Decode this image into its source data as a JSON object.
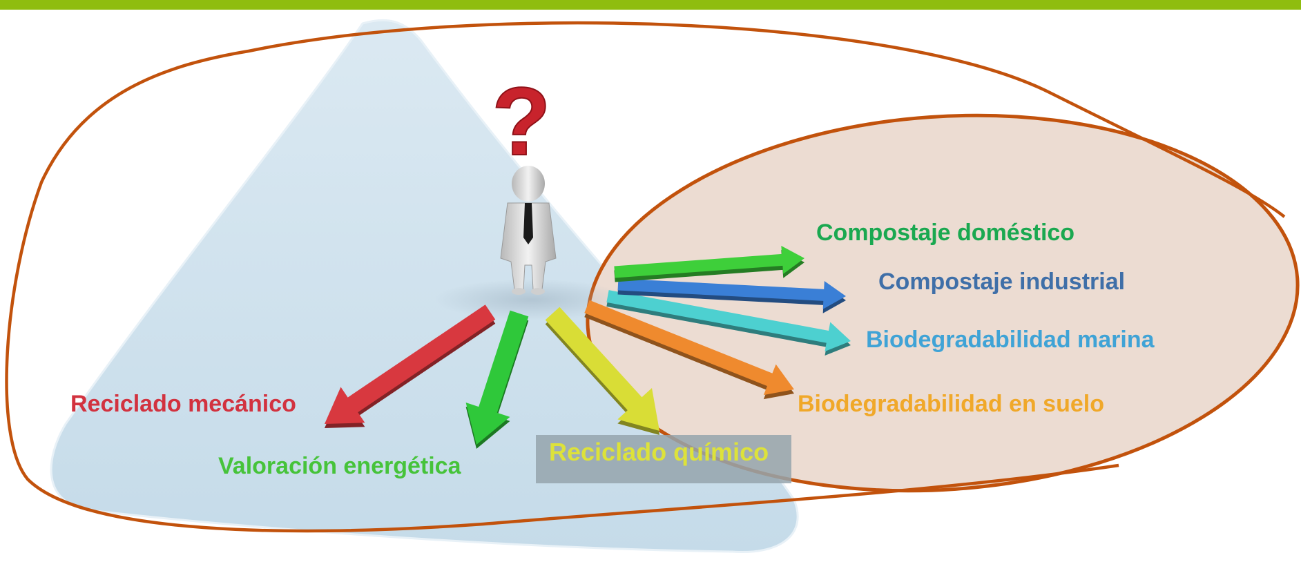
{
  "colors": {
    "top_bar": "#8fbd0f",
    "triangle_fill": "#cfe2ee",
    "ellipse_fill": "#ecdcd2",
    "outline": "#c2520c",
    "label_background": "#95a5ad"
  },
  "figure": {
    "person": "businessman-with-question-mark",
    "question_mark": "?"
  },
  "options": [
    {
      "label": "Reciclado mecánico",
      "color": "#d2323f",
      "arrow_color": "#d8383f"
    },
    {
      "label": "Valoración energética",
      "color": "#46c33a",
      "arrow_color": "#2fc83a"
    },
    {
      "label": "Reciclado químico",
      "color": "#dde23a",
      "arrow_color": "#d9dd36"
    },
    {
      "label": "Biodegradabilidad en suelo",
      "color": "#f0a829",
      "arrow_color": "#ef8a2e"
    },
    {
      "label": "Biodegradabilidad marina",
      "color": "#3fa3d6",
      "arrow_color": "#4dd0d0"
    },
    {
      "label": "Compostaje industrial",
      "color": "#3f6fa8",
      "arrow_color": "#3a7fd6"
    },
    {
      "label": "Compostaje doméstico",
      "color": "#1aa850",
      "arrow_color": "#3ecf3a"
    }
  ]
}
